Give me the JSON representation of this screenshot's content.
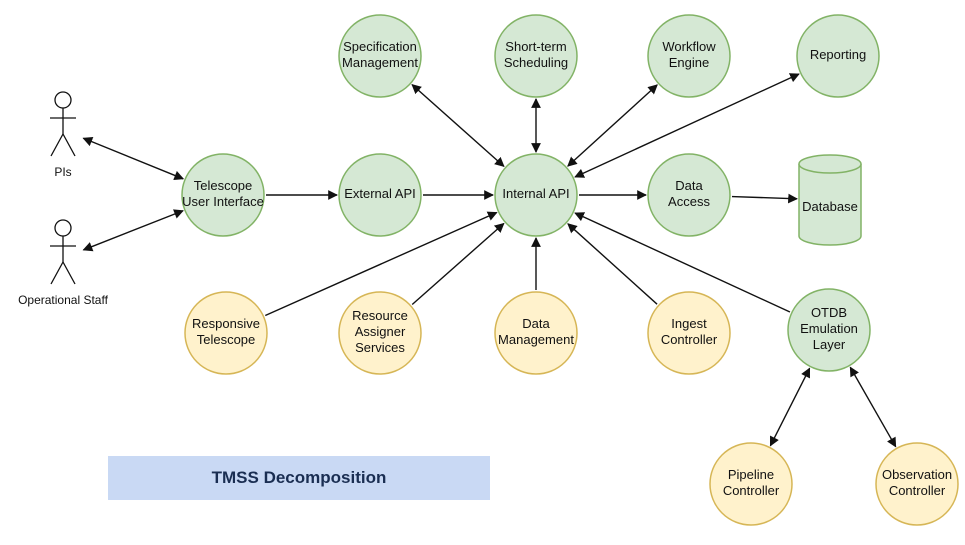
{
  "diagram": {
    "title": "TMSS Decomposition",
    "colors": {
      "core_fill": "#d5e8d4",
      "core_stroke": "#82b366",
      "external_fill": "#fff2cc",
      "external_stroke": "#d6b656",
      "title_bg": "#c9d9f4"
    },
    "actors": [
      {
        "id": "pis",
        "label": "PIs"
      },
      {
        "id": "staff",
        "label": "Operational Staff"
      }
    ],
    "nodes": [
      {
        "id": "spec",
        "kind": "core",
        "lines": [
          "Specification",
          "Management"
        ]
      },
      {
        "id": "short",
        "kind": "core",
        "lines": [
          "Short-term",
          "Scheduling"
        ]
      },
      {
        "id": "workflow",
        "kind": "core",
        "lines": [
          "Workflow",
          "Engine"
        ]
      },
      {
        "id": "reporting",
        "kind": "core",
        "lines": [
          "Reporting"
        ]
      },
      {
        "id": "tui",
        "kind": "core",
        "lines": [
          "Telescope",
          "User Interface"
        ]
      },
      {
        "id": "extapi",
        "kind": "core",
        "lines": [
          "External API"
        ]
      },
      {
        "id": "intapi",
        "kind": "core",
        "lines": [
          "Internal API"
        ]
      },
      {
        "id": "dataaccess",
        "kind": "core",
        "lines": [
          "Data",
          "Access"
        ]
      },
      {
        "id": "database",
        "kind": "database",
        "lines": [
          "Database"
        ]
      },
      {
        "id": "otdb",
        "kind": "core",
        "lines": [
          "OTDB",
          "Emulation",
          "Layer"
        ]
      },
      {
        "id": "responsive",
        "kind": "external",
        "lines": [
          "Responsive",
          "Telescope"
        ]
      },
      {
        "id": "resource",
        "kind": "external",
        "lines": [
          "Resource",
          "Assigner",
          "Services"
        ]
      },
      {
        "id": "datamgmt",
        "kind": "external",
        "lines": [
          "Data",
          "Management"
        ]
      },
      {
        "id": "ingest",
        "kind": "external",
        "lines": [
          "Ingest",
          "Controller"
        ]
      },
      {
        "id": "pipeline",
        "kind": "external",
        "lines": [
          "Pipeline",
          "Controller"
        ]
      },
      {
        "id": "observation",
        "kind": "external",
        "lines": [
          "Observation",
          "Controller"
        ]
      }
    ],
    "edges": [
      {
        "from": "pis",
        "to": "tui",
        "dir": "both"
      },
      {
        "from": "staff",
        "to": "tui",
        "dir": "both"
      },
      {
        "from": "tui",
        "to": "extapi",
        "dir": "forward"
      },
      {
        "from": "extapi",
        "to": "intapi",
        "dir": "forward"
      },
      {
        "from": "spec",
        "to": "intapi",
        "dir": "both"
      },
      {
        "from": "short",
        "to": "intapi",
        "dir": "both"
      },
      {
        "from": "workflow",
        "to": "intapi",
        "dir": "both"
      },
      {
        "from": "reporting",
        "to": "intapi",
        "dir": "both"
      },
      {
        "from": "intapi",
        "to": "dataaccess",
        "dir": "forward"
      },
      {
        "from": "dataaccess",
        "to": "database",
        "dir": "forward"
      },
      {
        "from": "responsive",
        "to": "intapi",
        "dir": "forward"
      },
      {
        "from": "resource",
        "to": "intapi",
        "dir": "forward"
      },
      {
        "from": "datamgmt",
        "to": "intapi",
        "dir": "forward"
      },
      {
        "from": "ingest",
        "to": "intapi",
        "dir": "forward"
      },
      {
        "from": "otdb",
        "to": "intapi",
        "dir": "forward"
      },
      {
        "from": "otdb",
        "to": "pipeline",
        "dir": "both"
      },
      {
        "from": "otdb",
        "to": "observation",
        "dir": "both"
      }
    ]
  }
}
